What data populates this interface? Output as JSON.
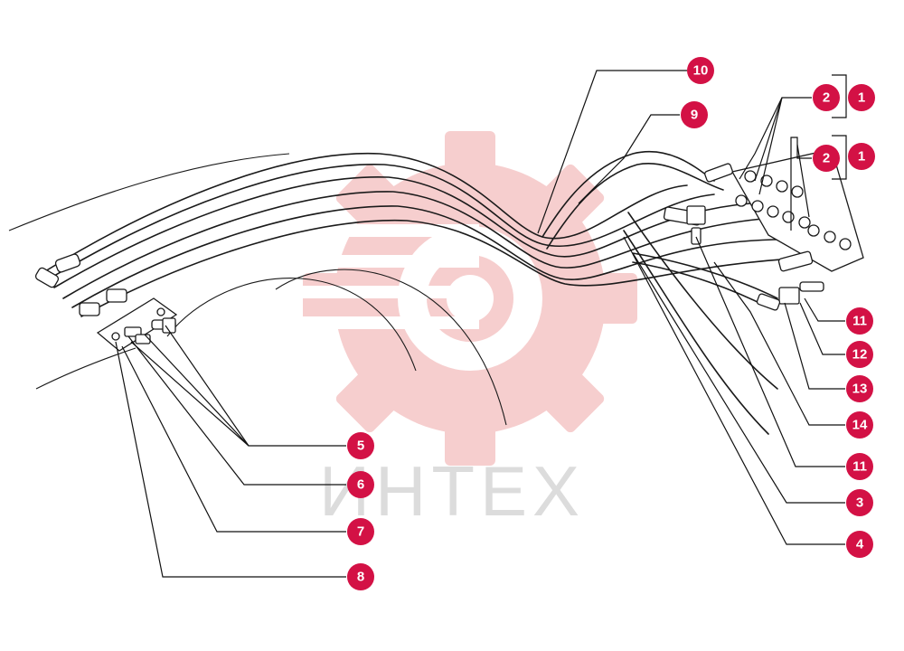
{
  "colors": {
    "badge": "#d31145",
    "watermark_gear": "#f6c9c9",
    "watermark_text": "#dcdcdc",
    "line": "#1a1a1a"
  },
  "watermark": {
    "logo_icon": "gear-logo-icon",
    "text": "ИНТЕХ"
  },
  "callouts": [
    {
      "id": "c10",
      "label": "10"
    },
    {
      "id": "c9",
      "label": "9"
    },
    {
      "id": "c2a",
      "label": "2"
    },
    {
      "id": "c1a",
      "label": "1"
    },
    {
      "id": "c2b",
      "label": "2"
    },
    {
      "id": "c1b",
      "label": "1"
    },
    {
      "id": "c11a",
      "label": "11"
    },
    {
      "id": "c12",
      "label": "12"
    },
    {
      "id": "c13",
      "label": "13"
    },
    {
      "id": "c14",
      "label": "14"
    },
    {
      "id": "c11b",
      "label": "11"
    },
    {
      "id": "c3",
      "label": "3"
    },
    {
      "id": "c4",
      "label": "4"
    },
    {
      "id": "c5",
      "label": "5"
    },
    {
      "id": "c6",
      "label": "6"
    },
    {
      "id": "c7",
      "label": "7"
    },
    {
      "id": "c8",
      "label": "8"
    }
  ]
}
